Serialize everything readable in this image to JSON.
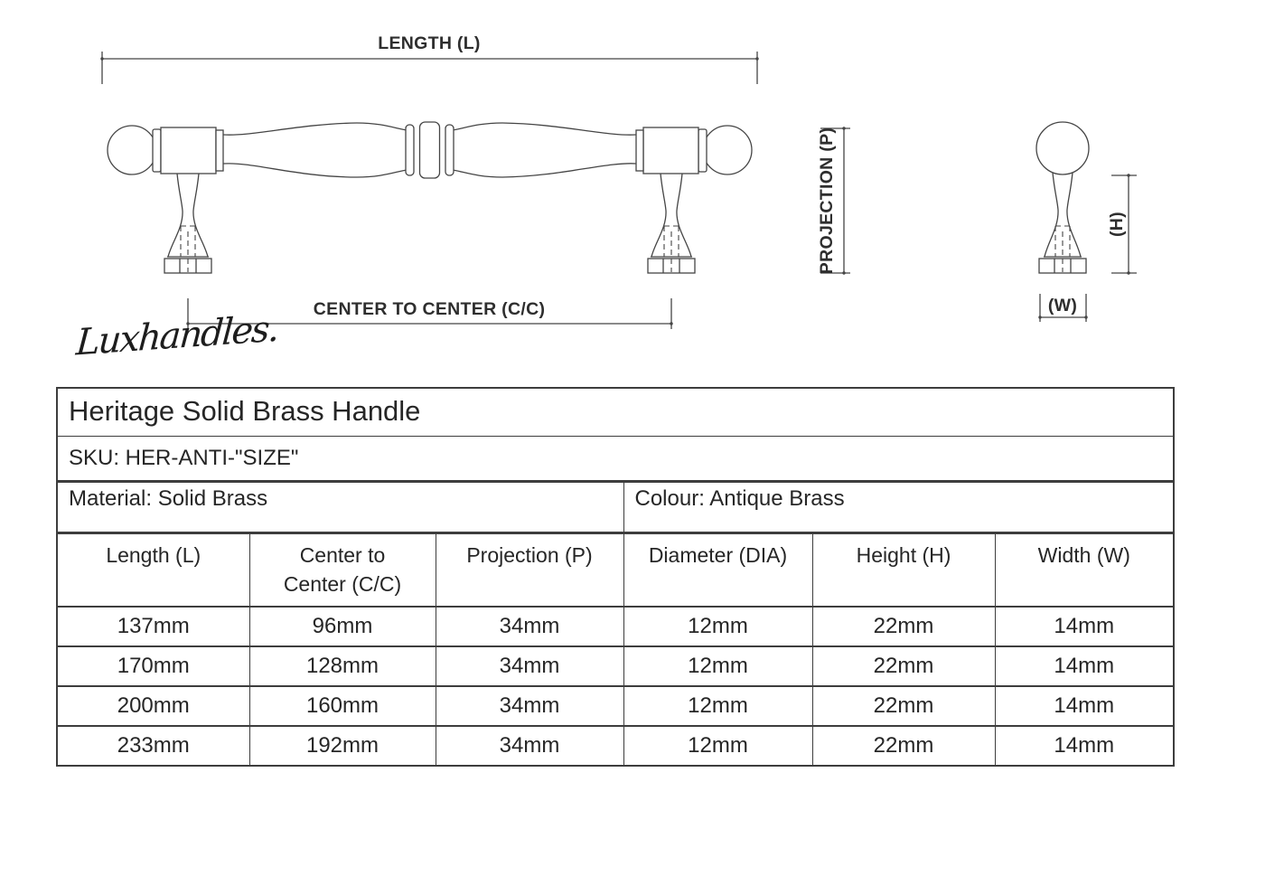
{
  "brand": {
    "logo_text": "Luxhandles."
  },
  "drawing": {
    "length_label": "LENGTH (L)",
    "center_to_center_label": "CENTER TO CENTER (C/C)",
    "projection_label": "PROJECTION (P)",
    "height_label": "(H)",
    "width_label": "(W)"
  },
  "product": {
    "title": "Heritage Solid Brass Handle",
    "sku": "SKU: HER-ANTI-\"SIZE\"",
    "material": "Material: Solid Brass",
    "colour": "Colour: Antique Brass"
  },
  "specs": {
    "columns": [
      "Length (L)",
      "Center to\nCenter (C/C)",
      "Projection (P)",
      "Diameter (DIA)",
      "Height (H)",
      "Width (W)"
    ],
    "rows": [
      [
        "137mm",
        "96mm",
        "34mm",
        "12mm",
        "22mm",
        "14mm"
      ],
      [
        "170mm",
        "128mm",
        "34mm",
        "12mm",
        "22mm",
        "14mm"
      ],
      [
        "200mm",
        "160mm",
        "34mm",
        "12mm",
        "22mm",
        "14mm"
      ],
      [
        "233mm",
        "192mm",
        "34mm",
        "12mm",
        "22mm",
        "14mm"
      ]
    ]
  },
  "colors": {
    "background": "#ffffff",
    "drawing_line": "#454545",
    "table_border": "#3d3d3d",
    "text": "#262626"
  }
}
